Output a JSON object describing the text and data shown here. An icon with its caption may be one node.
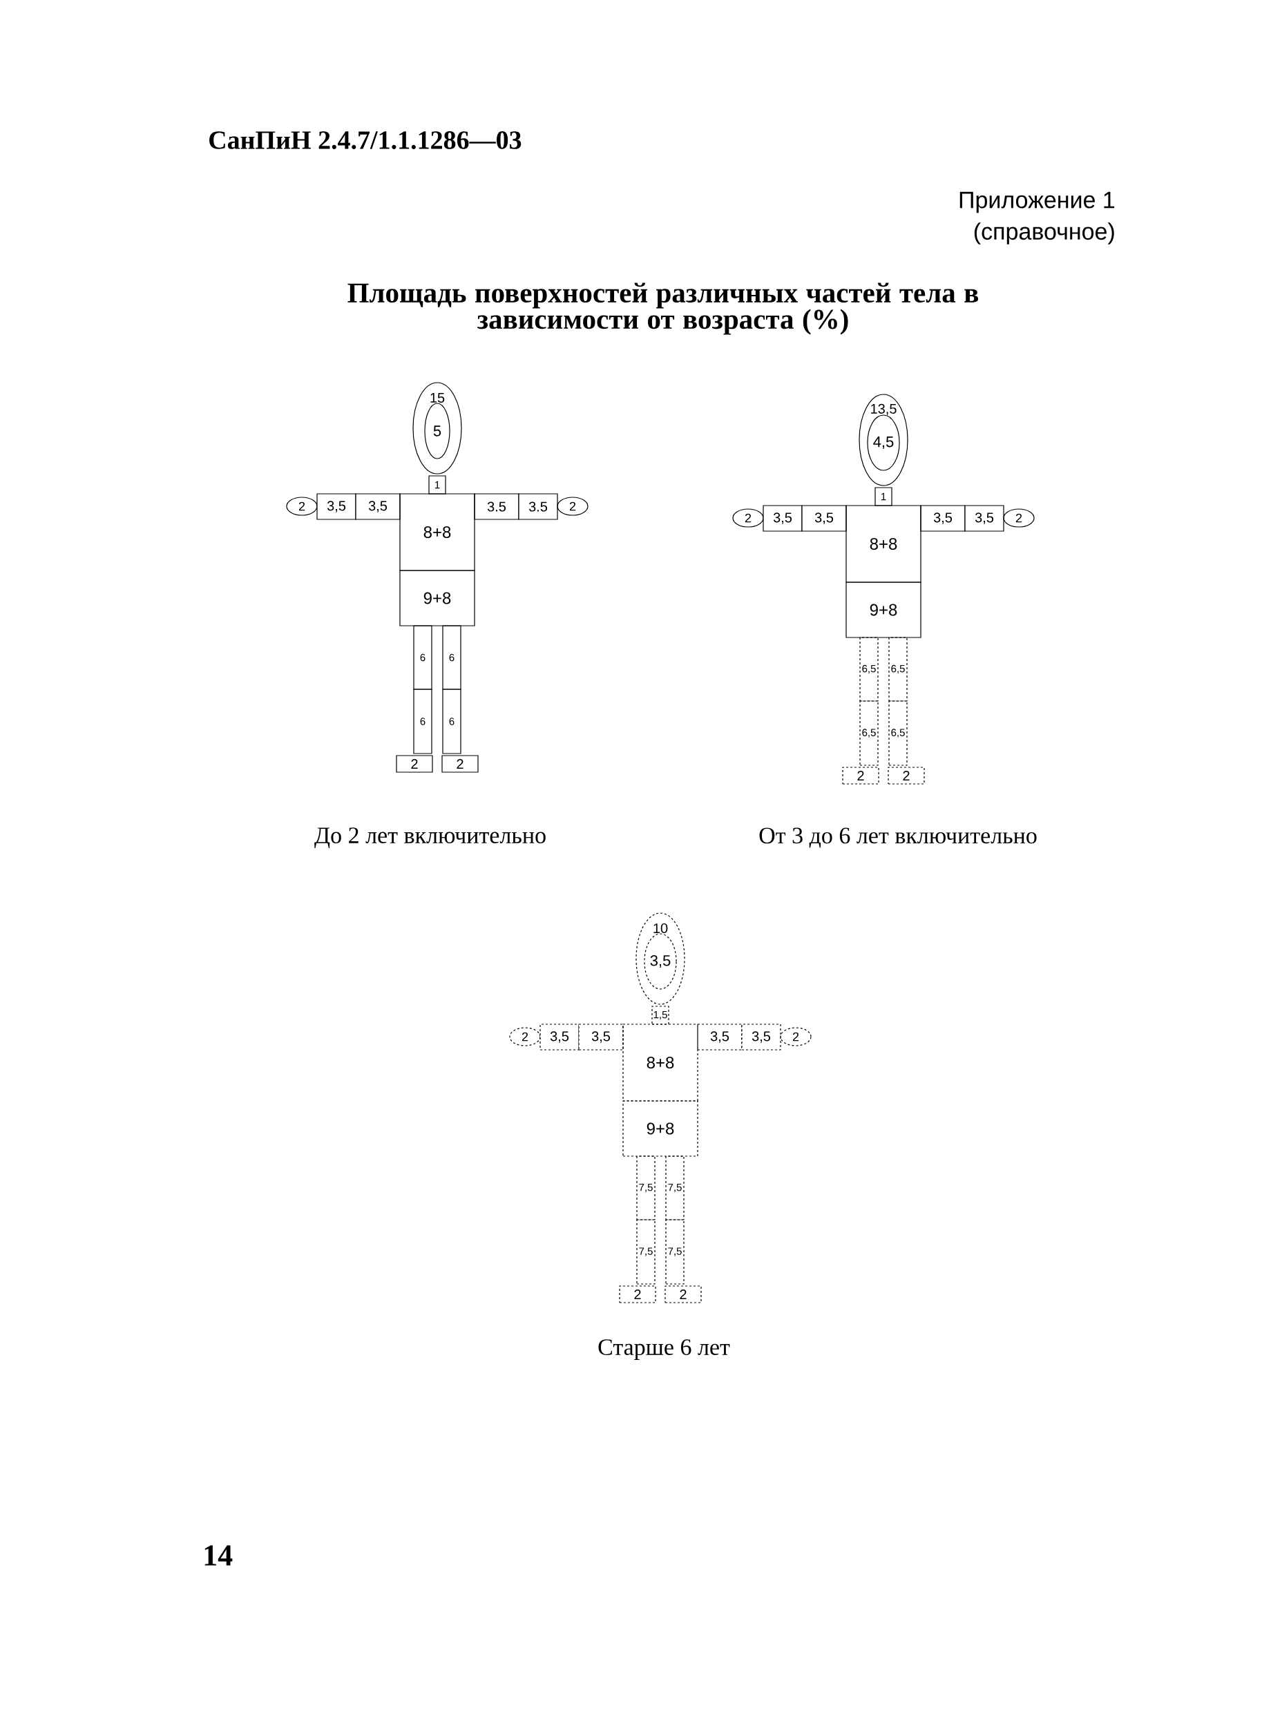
{
  "diagram": {
    "title": "Площадь поверхностей различных частей тела в зависимости от возраста (%)",
    "nodes": [
      {
        "text": [
          "15"
        ]
      },
      {
        "text": [
          "5"
        ],
        "in": 0
      },
      {
        "text": [
          "1"
        ]
      },
      {
        "text": [
          "2"
        ]
      },
      {
        "text": [
          "3,5"
        ]
      },
      {
        "text": [
          "3,5"
        ]
      },
      {
        "text": [
          "3.5"
        ]
      },
      {
        "text": [
          "3.5"
        ]
      },
      {
        "text": [
          "2"
        ]
      },
      {
        "text": [
          "8+8"
        ]
      },
      {
        "text": [
          "9+8"
        ]
      },
      {
        "text": [
          "6"
        ]
      },
      {
        "text": [
          "6"
        ]
      },
      {
        "text": [
          "6"
        ]
      },
      {
        "text": [
          "6"
        ]
      },
      {
        "text": [
          "2"
        ]
      },
      {
        "text": [
          "2"
        ]
      },
      {
        "text": [
          "13,5"
        ]
      },
      {
        "text": [
          "4,5"
        ],
        "in": 17
      },
      {
        "text": [
          "1"
        ]
      },
      {
        "text": [
          "2"
        ]
      },
      {
        "text": [
          "3,5"
        ]
      },
      {
        "text": [
          "3,5"
        ]
      },
      {
        "text": [
          "3,5"
        ]
      },
      {
        "text": [
          "3,5"
        ]
      },
      {
        "text": [
          "2"
        ]
      },
      {
        "text": [
          "8+8"
        ]
      },
      {
        "text": [
          "9+8"
        ]
      },
      {
        "text": [
          "6,5"
        ]
      },
      {
        "text": [
          "6,5"
        ]
      },
      {
        "text": [
          "6,5"
        ]
      },
      {
        "text": [
          "6,5"
        ]
      },
      {
        "text": [
          "2"
        ]
      },
      {
        "text": [
          "2"
        ]
      },
      {
        "text": [
          "10"
        ]
      },
      {
        "text": [
          "3,5"
        ],
        "in": 34
      },
      {
        "text": [
          "1,5"
        ]
      },
      {
        "text": [
          "2"
        ]
      },
      {
        "text": [
          "3,5"
        ]
      },
      {
        "text": [
          "3,5"
        ]
      },
      {
        "text": [
          "3,5"
        ]
      },
      {
        "text": [
          "3,5"
        ]
      },
      {
        "text": [
          "2"
        ]
      },
      {
        "text": [
          "8+8"
        ]
      },
      {
        "text": [
          "9+8"
        ]
      },
      {
        "text": [
          "7,5"
        ]
      },
      {
        "text": [
          "7,5"
        ]
      },
      {
        "text": [
          "7,5"
        ]
      },
      {
        "text": [
          "7,5"
        ]
      },
      {
        "text": [
          "2"
        ]
      },
      {
        "text": [
          "2"
        ]
      }
    ],
    "labels": [
      "СанПиН 2.4.7/1.1.1286—03",
      "Приложение 1",
      "(справочное)",
      "До 2 лет включительно",
      "От 3 до 6 лет включительно",
      "Старше 6 лет",
      "14"
    ]
  }
}
